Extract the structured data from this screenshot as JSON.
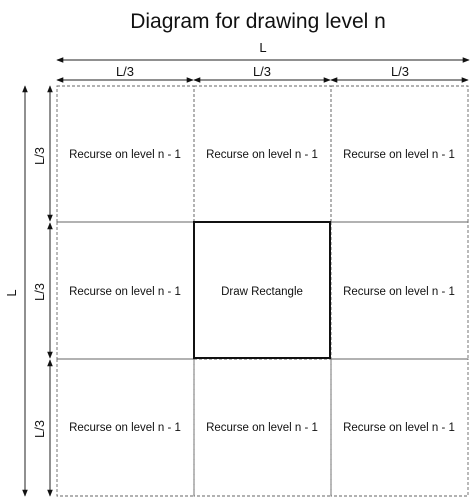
{
  "title": "Diagram for drawing level n",
  "dimensions": {
    "total_width_label": "L",
    "total_height_label": "L",
    "column_labels": [
      "L/3",
      "L/3",
      "L/3"
    ],
    "row_labels": [
      "L/3",
      "L/3",
      "L/3"
    ]
  },
  "grid": {
    "rows": 3,
    "columns": 3,
    "cells": [
      {
        "label": "Recurse on level n - 1",
        "style": "dashed"
      },
      {
        "label": "Recurse on level n - 1",
        "style": "dashed"
      },
      {
        "label": "Recurse on level n - 1",
        "style": "dashed"
      },
      {
        "label": "Recurse on level n - 1",
        "style": "dashed"
      },
      {
        "label": "Draw Rectangle",
        "style": "solid"
      },
      {
        "label": "Recurse on level n - 1",
        "style": "dashed"
      },
      {
        "label": "Recurse on level n - 1",
        "style": "dashed"
      },
      {
        "label": "Recurse on level n - 1",
        "style": "dashed"
      },
      {
        "label": "Recurse on level n - 1",
        "style": "dashed"
      }
    ]
  },
  "colors": {
    "line": "#111111",
    "dashed_border": "#666666",
    "background": "#ffffff"
  }
}
